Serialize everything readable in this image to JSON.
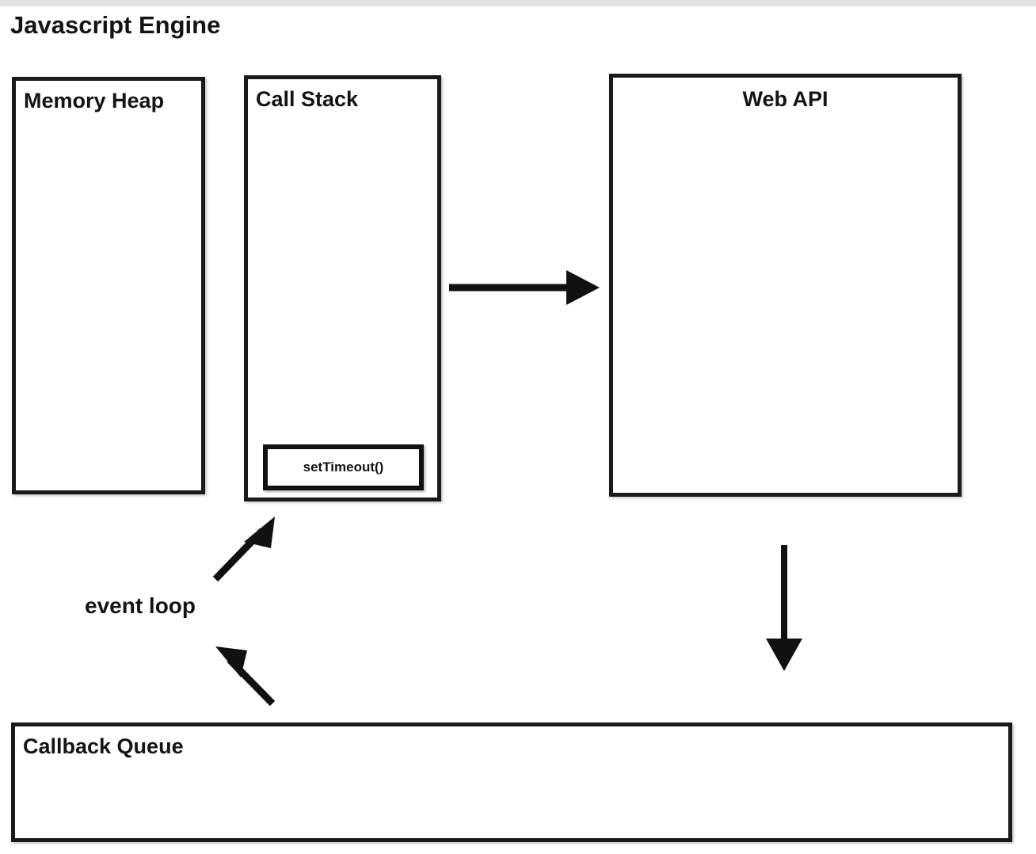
{
  "page": {
    "title": "Javascript Engine",
    "background_color": "#ffffff",
    "top_strip_color": "#e3e3e3",
    "stroke_color": "#1a1a1a"
  },
  "boxes": {
    "memory_heap": {
      "label": "Memory Heap"
    },
    "call_stack": {
      "label": "Call Stack"
    },
    "web_api": {
      "label": "Web API"
    },
    "callback_queue": {
      "label": "Callback Queue"
    }
  },
  "stack_frames": [
    {
      "label": "setTimeout()"
    }
  ],
  "annotations": {
    "event_loop": "event loop"
  },
  "arrows": [
    {
      "name": "call-stack-to-web-api",
      "direction": "right"
    },
    {
      "name": "web-api-to-callback-queue",
      "direction": "down"
    },
    {
      "name": "event-loop-to-call-stack",
      "direction": "up-right"
    },
    {
      "name": "callback-queue-to-event-loop",
      "direction": "up-left"
    }
  ]
}
